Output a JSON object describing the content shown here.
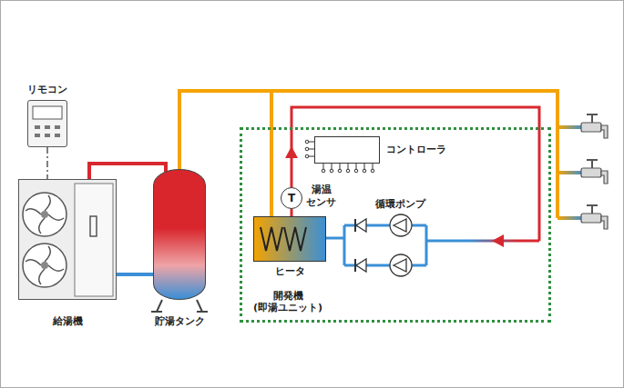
{
  "diagram": {
    "nodes": [
      {
        "text": [
          "リモコン"
        ]
      },
      {
        "text": [
          "給湯機"
        ]
      },
      {
        "text": [
          "貯湯タンク"
        ]
      },
      {
        "text": [
          "開発機 (即湯ユニット)"
        ]
      },
      {
        "text": [
          "コントローラ"
        ],
        "in": 3
      },
      {
        "text": [
          "T",
          "湯温 センサ"
        ],
        "in": 3
      },
      {
        "text": [
          "ヒータ"
        ],
        "in": 3
      }
    ],
    "edges": [
      {
        "from": 0,
        "to": 1,
        "arrow": "none"
      },
      {
        "from": 1,
        "to": 2,
        "arrow": "none"
      },
      {
        "from": 1,
        "to": 2,
        "arrow": "none"
      },
      {
        "from": 2,
        "to": 6,
        "arrow": "none"
      },
      {
        "from": 6,
        "to": 5,
        "arrow": "none"
      }
    ],
    "labels": [
      "循環ポンプ"
    ]
  }
}
